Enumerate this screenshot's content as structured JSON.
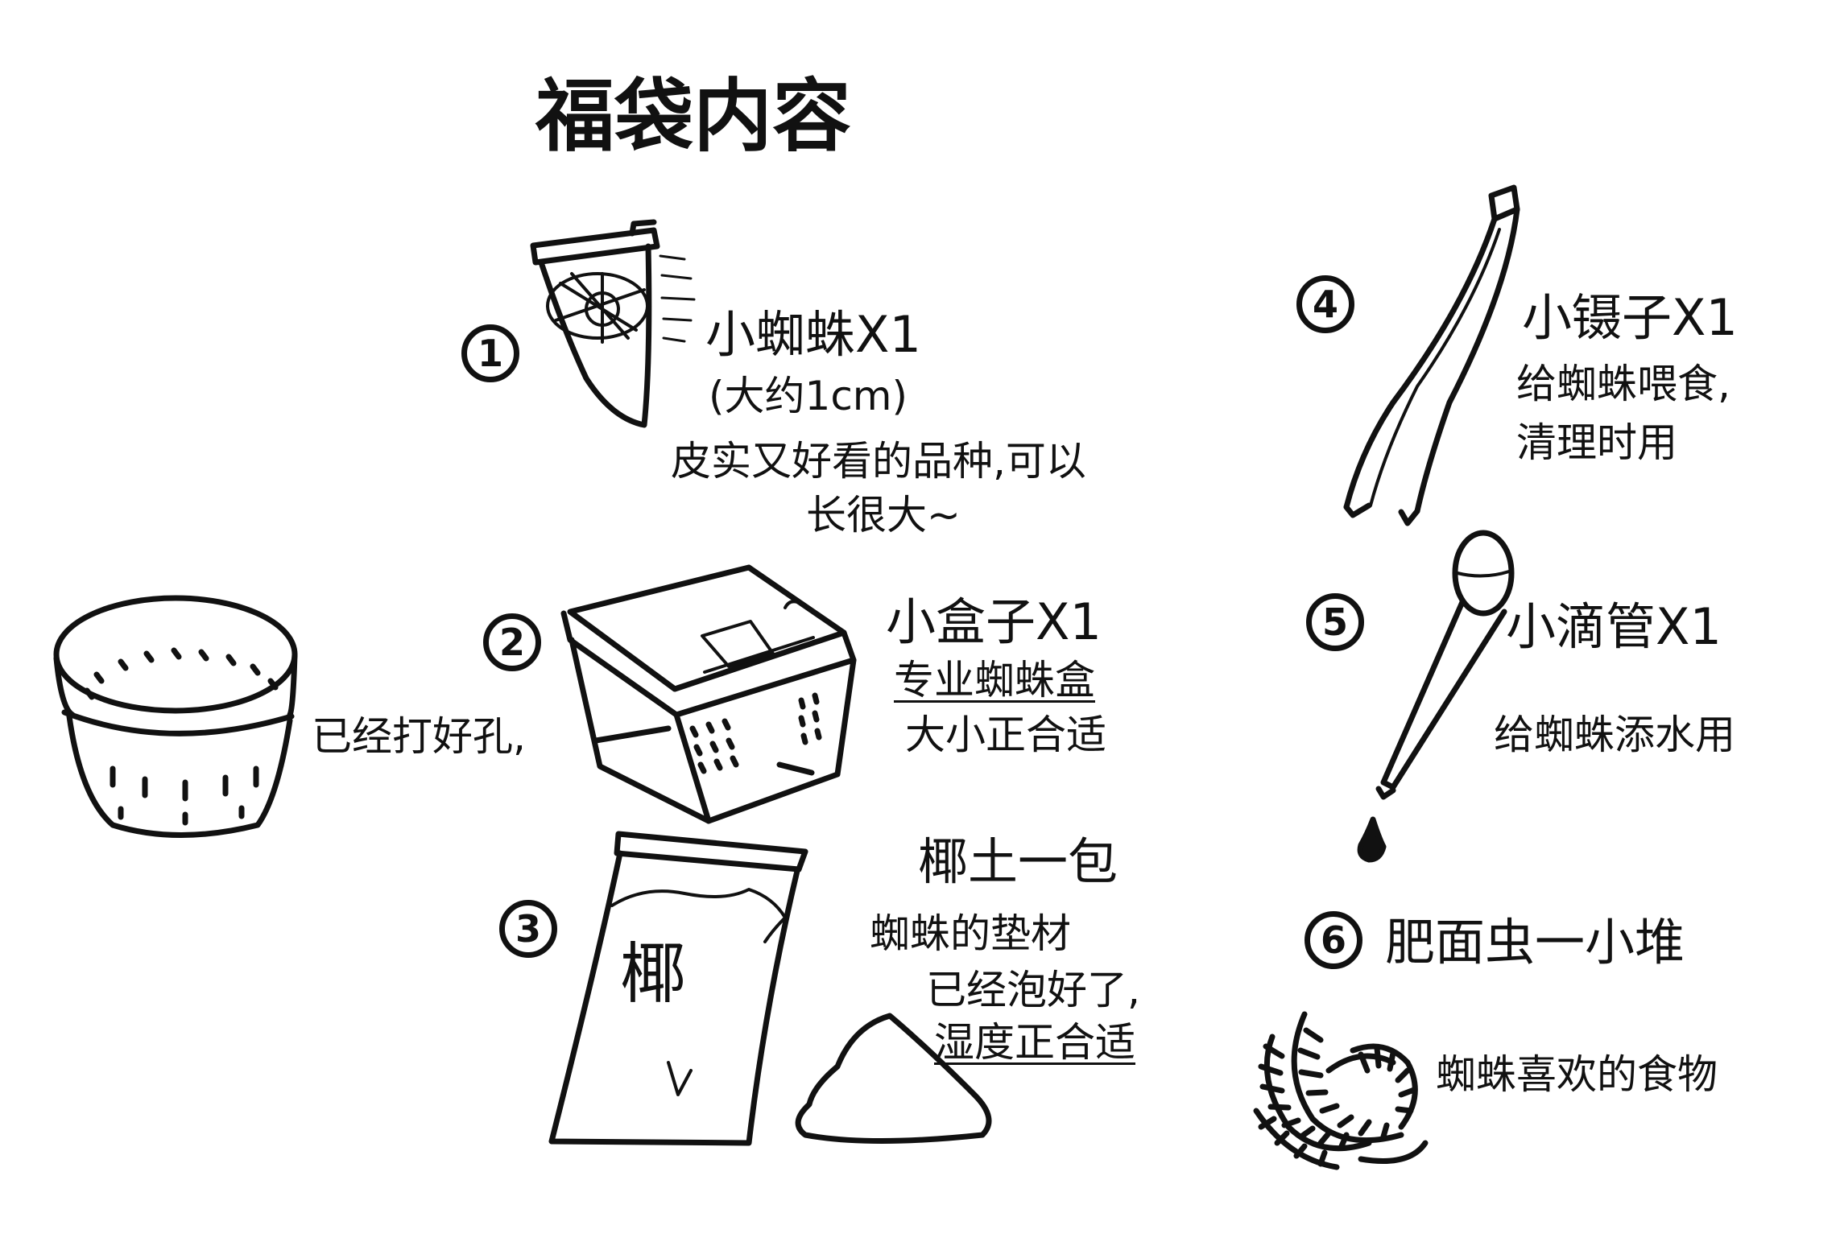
{
  "title": "福袋内容",
  "items": [
    {
      "number": "1",
      "name": "小蜘蛛X1",
      "notes": [
        "(大约1cm)",
        "皮实又好看的品种,可以",
        "长很大~"
      ]
    },
    {
      "number": "2",
      "name": "小盒子X1",
      "notes": [
        "专业蜘蛛盒",
        "大小正合适"
      ]
    },
    {
      "number": "3",
      "name": "椰土一包",
      "notes": [
        "蜘蛛的垫材",
        "已经泡好了,",
        "湿度正合适"
      ],
      "bag_label": "椰"
    },
    {
      "number": "4",
      "name": "小镊子X1",
      "notes": [
        "给蜘蛛喂食,",
        "清理时用"
      ]
    },
    {
      "number": "5",
      "name": "小滴管X1",
      "notes": [
        "给蜘蛛添水用"
      ]
    },
    {
      "number": "6",
      "name": "肥面虫一小堆",
      "notes": [
        "蜘蛛喜欢的食物"
      ]
    }
  ],
  "cup_note": "已经打好孔,",
  "icons": [
    "vial-icon",
    "cup-icon",
    "box-icon",
    "soil-bag-icon",
    "soil-pile-icon",
    "tweezers-icon",
    "dropper-icon",
    "mealworm-icon"
  ]
}
